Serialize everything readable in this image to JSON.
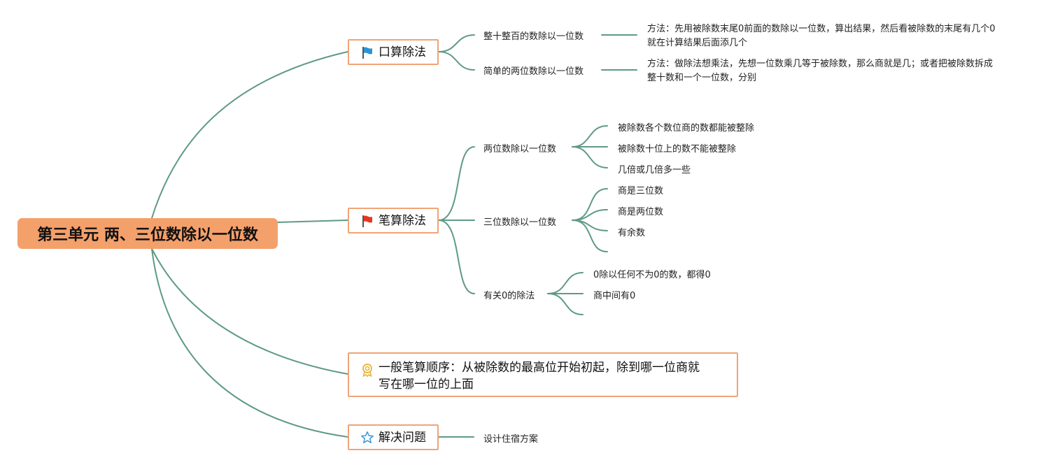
{
  "root": {
    "label": "第三单元 两、三位数除以一位数"
  },
  "branches": {
    "oral": {
      "label": "口算除法",
      "icon": "blue-flag-icon",
      "items": [
        {
          "label": "整十整百的数除以一位数",
          "note": "方法：先用被除数末尾0前面的数除以一位数，算出结果，然后看被除数的末尾有几个0就在计算结果后面添几个"
        },
        {
          "label": "简单的两位数除以一位数",
          "note": "方法：做除法想乘法，先想一位数乘几等于被除数，那么商就是几；或者把被除数拆成整十数和一个一位数，分别"
        }
      ]
    },
    "written": {
      "label": "笔算除法",
      "icon": "red-flag-icon",
      "groups": [
        {
          "label": "两位数除以一位数",
          "items": [
            "被除数各个数位商的数都能被整除",
            "被除数十位上的数不能被整除",
            "几倍或几倍多一些"
          ]
        },
        {
          "label": "三位数除以一位数",
          "items": [
            "商是三位数",
            "商是两位数",
            "有余数"
          ]
        },
        {
          "label": "有关0的除法",
          "items": [
            "0除以任何不为0的数，都得0",
            "商中间有0"
          ]
        }
      ]
    },
    "order": {
      "lines": [
        "一般笔算顺序：从被除数的最高位开始初起，除到哪一位商就",
        "写在哪一位的上面"
      ],
      "icon": "award-ribbon-icon"
    },
    "solve": {
      "label": "解决问题",
      "icon": "star-icon",
      "items": [
        "设计住宿方案"
      ]
    }
  },
  "colors": {
    "connector": "#5e9a84",
    "root_fill": "#f4a06b",
    "box_border": "#f0a476",
    "blue_flag": "#2a94d6",
    "red_flag": "#e8361e",
    "award": "#e8b23a",
    "star": "#3a9ad9"
  }
}
